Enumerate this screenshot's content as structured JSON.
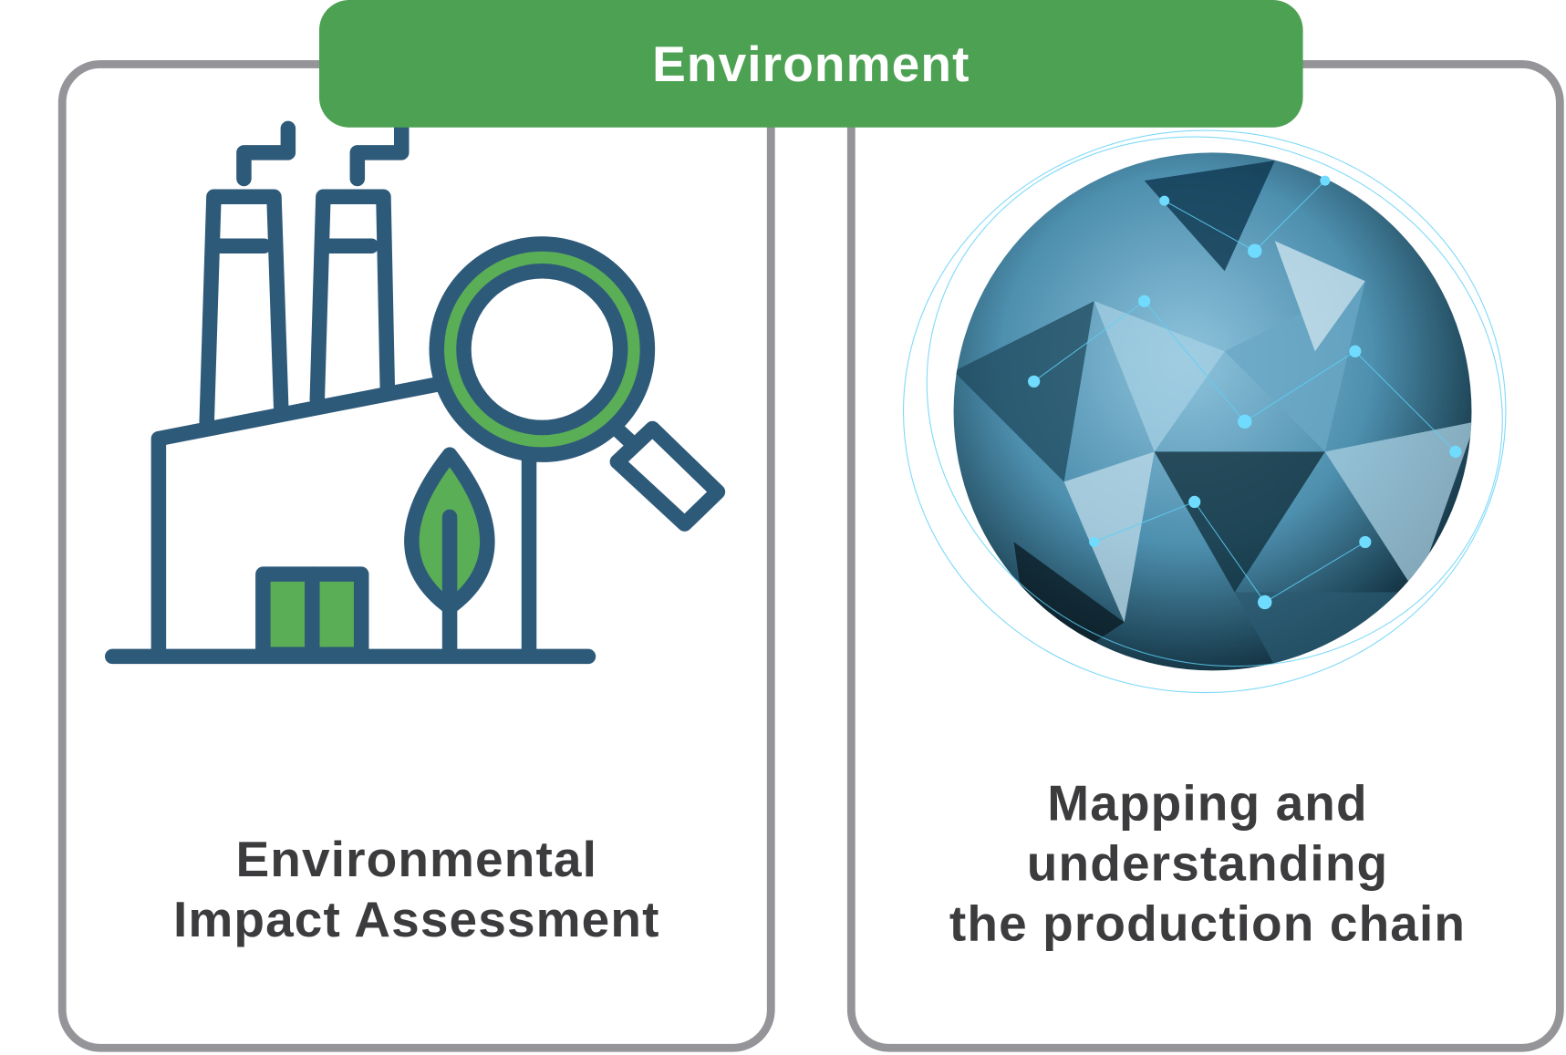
{
  "banner": {
    "title": "Environment"
  },
  "cards": [
    {
      "icon": "factory-magnifier-leaf-icon",
      "caption_lines": [
        "Environmental",
        "Impact Assessment"
      ]
    },
    {
      "icon": "network-globe-icon",
      "caption_lines": [
        "Mapping and",
        "understanding",
        "the production chain"
      ]
    }
  ],
  "colors": {
    "green": "#4ca152",
    "icon_green": "#5aae56",
    "navy": "#2e5a7a",
    "border_gray": "#959599",
    "text": "#3c3c3e"
  }
}
